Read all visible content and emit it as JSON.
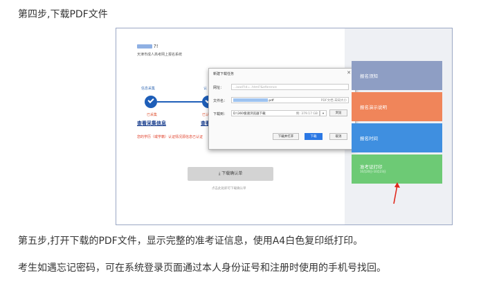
{
  "step4_heading": "第四步,下载PDF文件",
  "screenshot": {
    "user_suffix": "?!",
    "system_name": "天津市成人高考网上报名系统",
    "steps": [
      {
        "label": "信息采集",
        "status": "已采集",
        "link": "查看采集信息"
      },
      {
        "label": "认",
        "status": "已认",
        "link": "查看认"
      }
    ],
    "red_note": "您的学历（或学籍）认证情况源信息已认证",
    "download_button": "下载确认单",
    "download_hint": "点击此处即可下载确认单",
    "dialog": {
      "title": "新建下载任务",
      "url_label": "网址：",
      "url_value": "...ioad?id=..html?&eference",
      "filename_label": "文件名：",
      "filename_ext": ".pdf",
      "filetype": "PDF文档 未知大小",
      "saveto_label": "下载到：",
      "saveto_value": "D:\\360极速浏览器下载",
      "space": "剩: 379.17 GB",
      "browse_button": "浏览",
      "open_button": "下载并打开",
      "download_button": "下载",
      "cancel_button": "取消"
    },
    "tiles": [
      {
        "label": "报名须知",
        "color": "#8e9ec4"
      },
      {
        "label": "报名演示说明",
        "color": "#f0855a"
      },
      {
        "label": "报名时间",
        "color": "#3f8fe0"
      },
      {
        "label": "准考证打印",
        "sub": "10月20日-10月23日",
        "color": "#6dca75"
      }
    ]
  },
  "step5_text": "第五步,打开下载的PDF文件，显示完整的准考证信息，使用A4白色复印纸打印。",
  "note_text": "考生如遇忘记密码，可在系统登录页面通过本人身份证号和注册时使用的手机号找回。"
}
